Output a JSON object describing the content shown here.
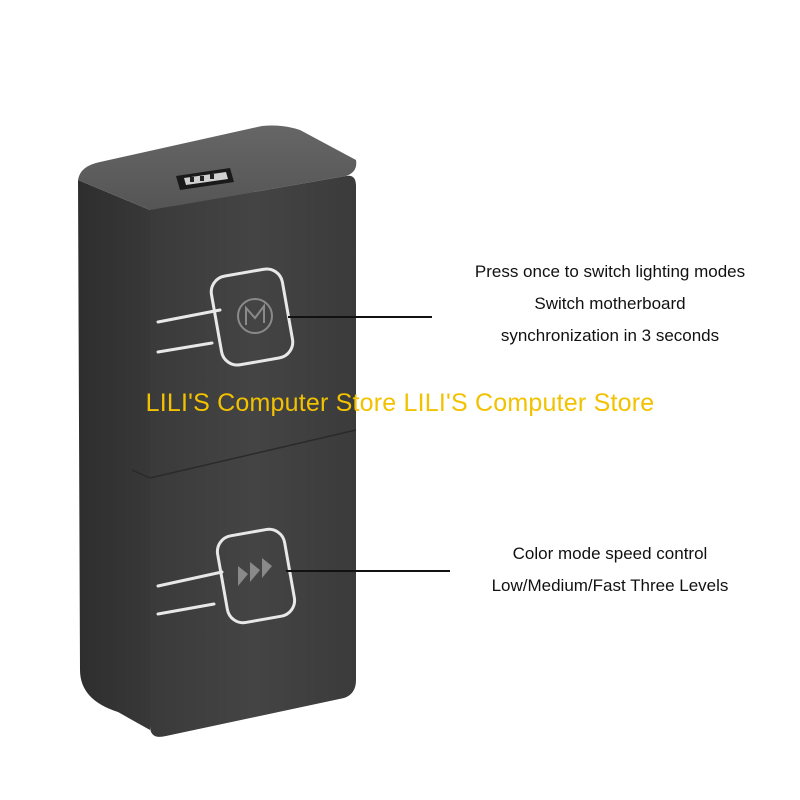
{
  "callouts": {
    "mode_button": {
      "line1": "Press once to switch lighting modes",
      "line2": "Switch motherboard",
      "line3": "synchronization in 3 seconds"
    },
    "speed_button": {
      "line1": "Color mode speed control",
      "line2": "Low/Medium/Fast Three Levels"
    }
  },
  "watermark": {
    "text": "LILI'S Computer Store LILI'S Computer Store",
    "color": "#f2c200"
  },
  "device": {
    "mode_button_icon": "m-letter-icon",
    "speed_button_icon": "fast-forward-icon",
    "body_color": "#3f3f3f",
    "top_color": "#5a5a5a"
  }
}
